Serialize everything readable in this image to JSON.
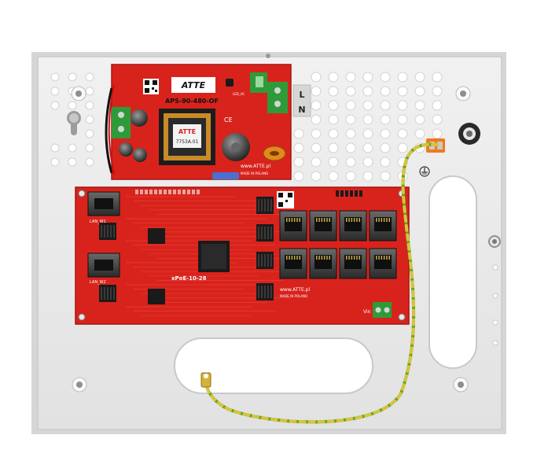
{
  "psu_board": {
    "brand": "ATTE",
    "model": "APS-90-480-OF",
    "transformer_brand": "ATTE",
    "transformer_code": "7753A.01",
    "website": "www.ATTE.pl",
    "made_in": "MADE IN POLAND",
    "led_label": "LED_AC",
    "ce_mark": "CE"
  },
  "mains_labels": {
    "line": "L",
    "neutral": "N"
  },
  "switch_board": {
    "model": "xPoE-10-28",
    "website": "www.ATTE.pl",
    "made_in": "MADE IN POLAND",
    "vin_label": "Vin",
    "lan_labels": [
      "LAN_W1",
      "LAN_W2"
    ],
    "poe_port_count": 8
  },
  "colors": {
    "enclosure": "#e9e9e9",
    "pcb_red": "#d8231c",
    "ground_wire_green": "#5aa02c",
    "ground_wire_yellow": "#d8c43a",
    "terminal_green": "#2f9a3a",
    "connector_orange": "#f07a1a"
  }
}
